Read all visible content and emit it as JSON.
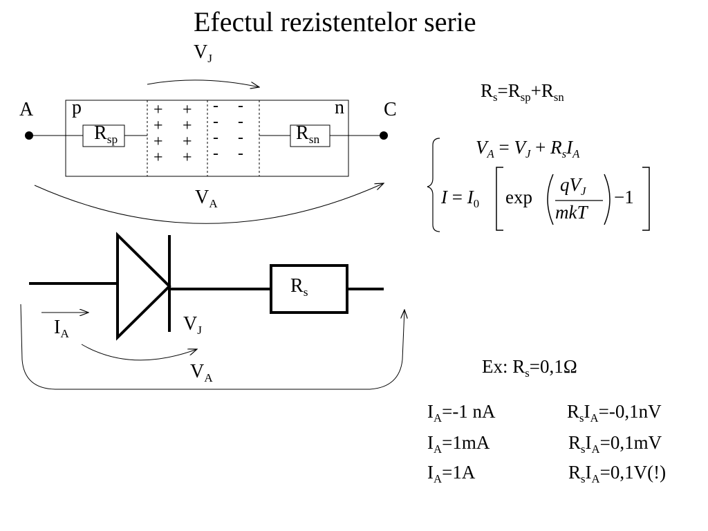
{
  "title": "Efectul rezistentelor serie",
  "junction": {
    "vj": {
      "main": "V",
      "sub": "J"
    },
    "va": {
      "main": "V",
      "sub": "A"
    },
    "node_a": "A",
    "node_c": "C",
    "region_p": "p",
    "region_n": "n",
    "rsp": {
      "main": "R",
      "sub": "sp"
    },
    "rsn": {
      "main": "R",
      "sub": "sn"
    },
    "plus": "+",
    "minus": "-"
  },
  "formula_rs": {
    "r": "R",
    "s": "s",
    "eq": "=",
    "rsp_sub": "sp",
    "plus": "+",
    "rsn_sub": "sn"
  },
  "system": {
    "eq1": {
      "va": "V",
      "va_sub": "A",
      "eq": "=",
      "vj": "V",
      "vj_sub": "J",
      "plus": "+",
      "rs": "R",
      "rs_sub": "s",
      "i": "I",
      "i_sub": "A"
    },
    "eq2": {
      "i": "I",
      "eq": "=",
      "i0": "I",
      "i0_sub": "0",
      "exp": "exp",
      "num": "qV",
      "num_sub": "J",
      "den": "mkT",
      "minus1": "−1"
    }
  },
  "circuit": {
    "rs": {
      "main": "R",
      "sub": "s"
    },
    "ia": {
      "main": "I",
      "sub": "A"
    },
    "vj": {
      "main": "V",
      "sub": "J"
    },
    "va": {
      "main": "V",
      "sub": "A"
    }
  },
  "example": {
    "prefix": "Ex: R",
    "sub": "s",
    "value": "=0,1Ω"
  },
  "table": [
    {
      "ia": "=-1 nA",
      "rsia": "=-0,1nV"
    },
    {
      "ia": "=1mA",
      "rsia": "=0,1mV"
    },
    {
      "ia": "=1A",
      "rsia": "=0,1V(!)"
    }
  ],
  "table_labels": {
    "i": "I",
    "a": "A",
    "r": "R",
    "s": "s"
  }
}
